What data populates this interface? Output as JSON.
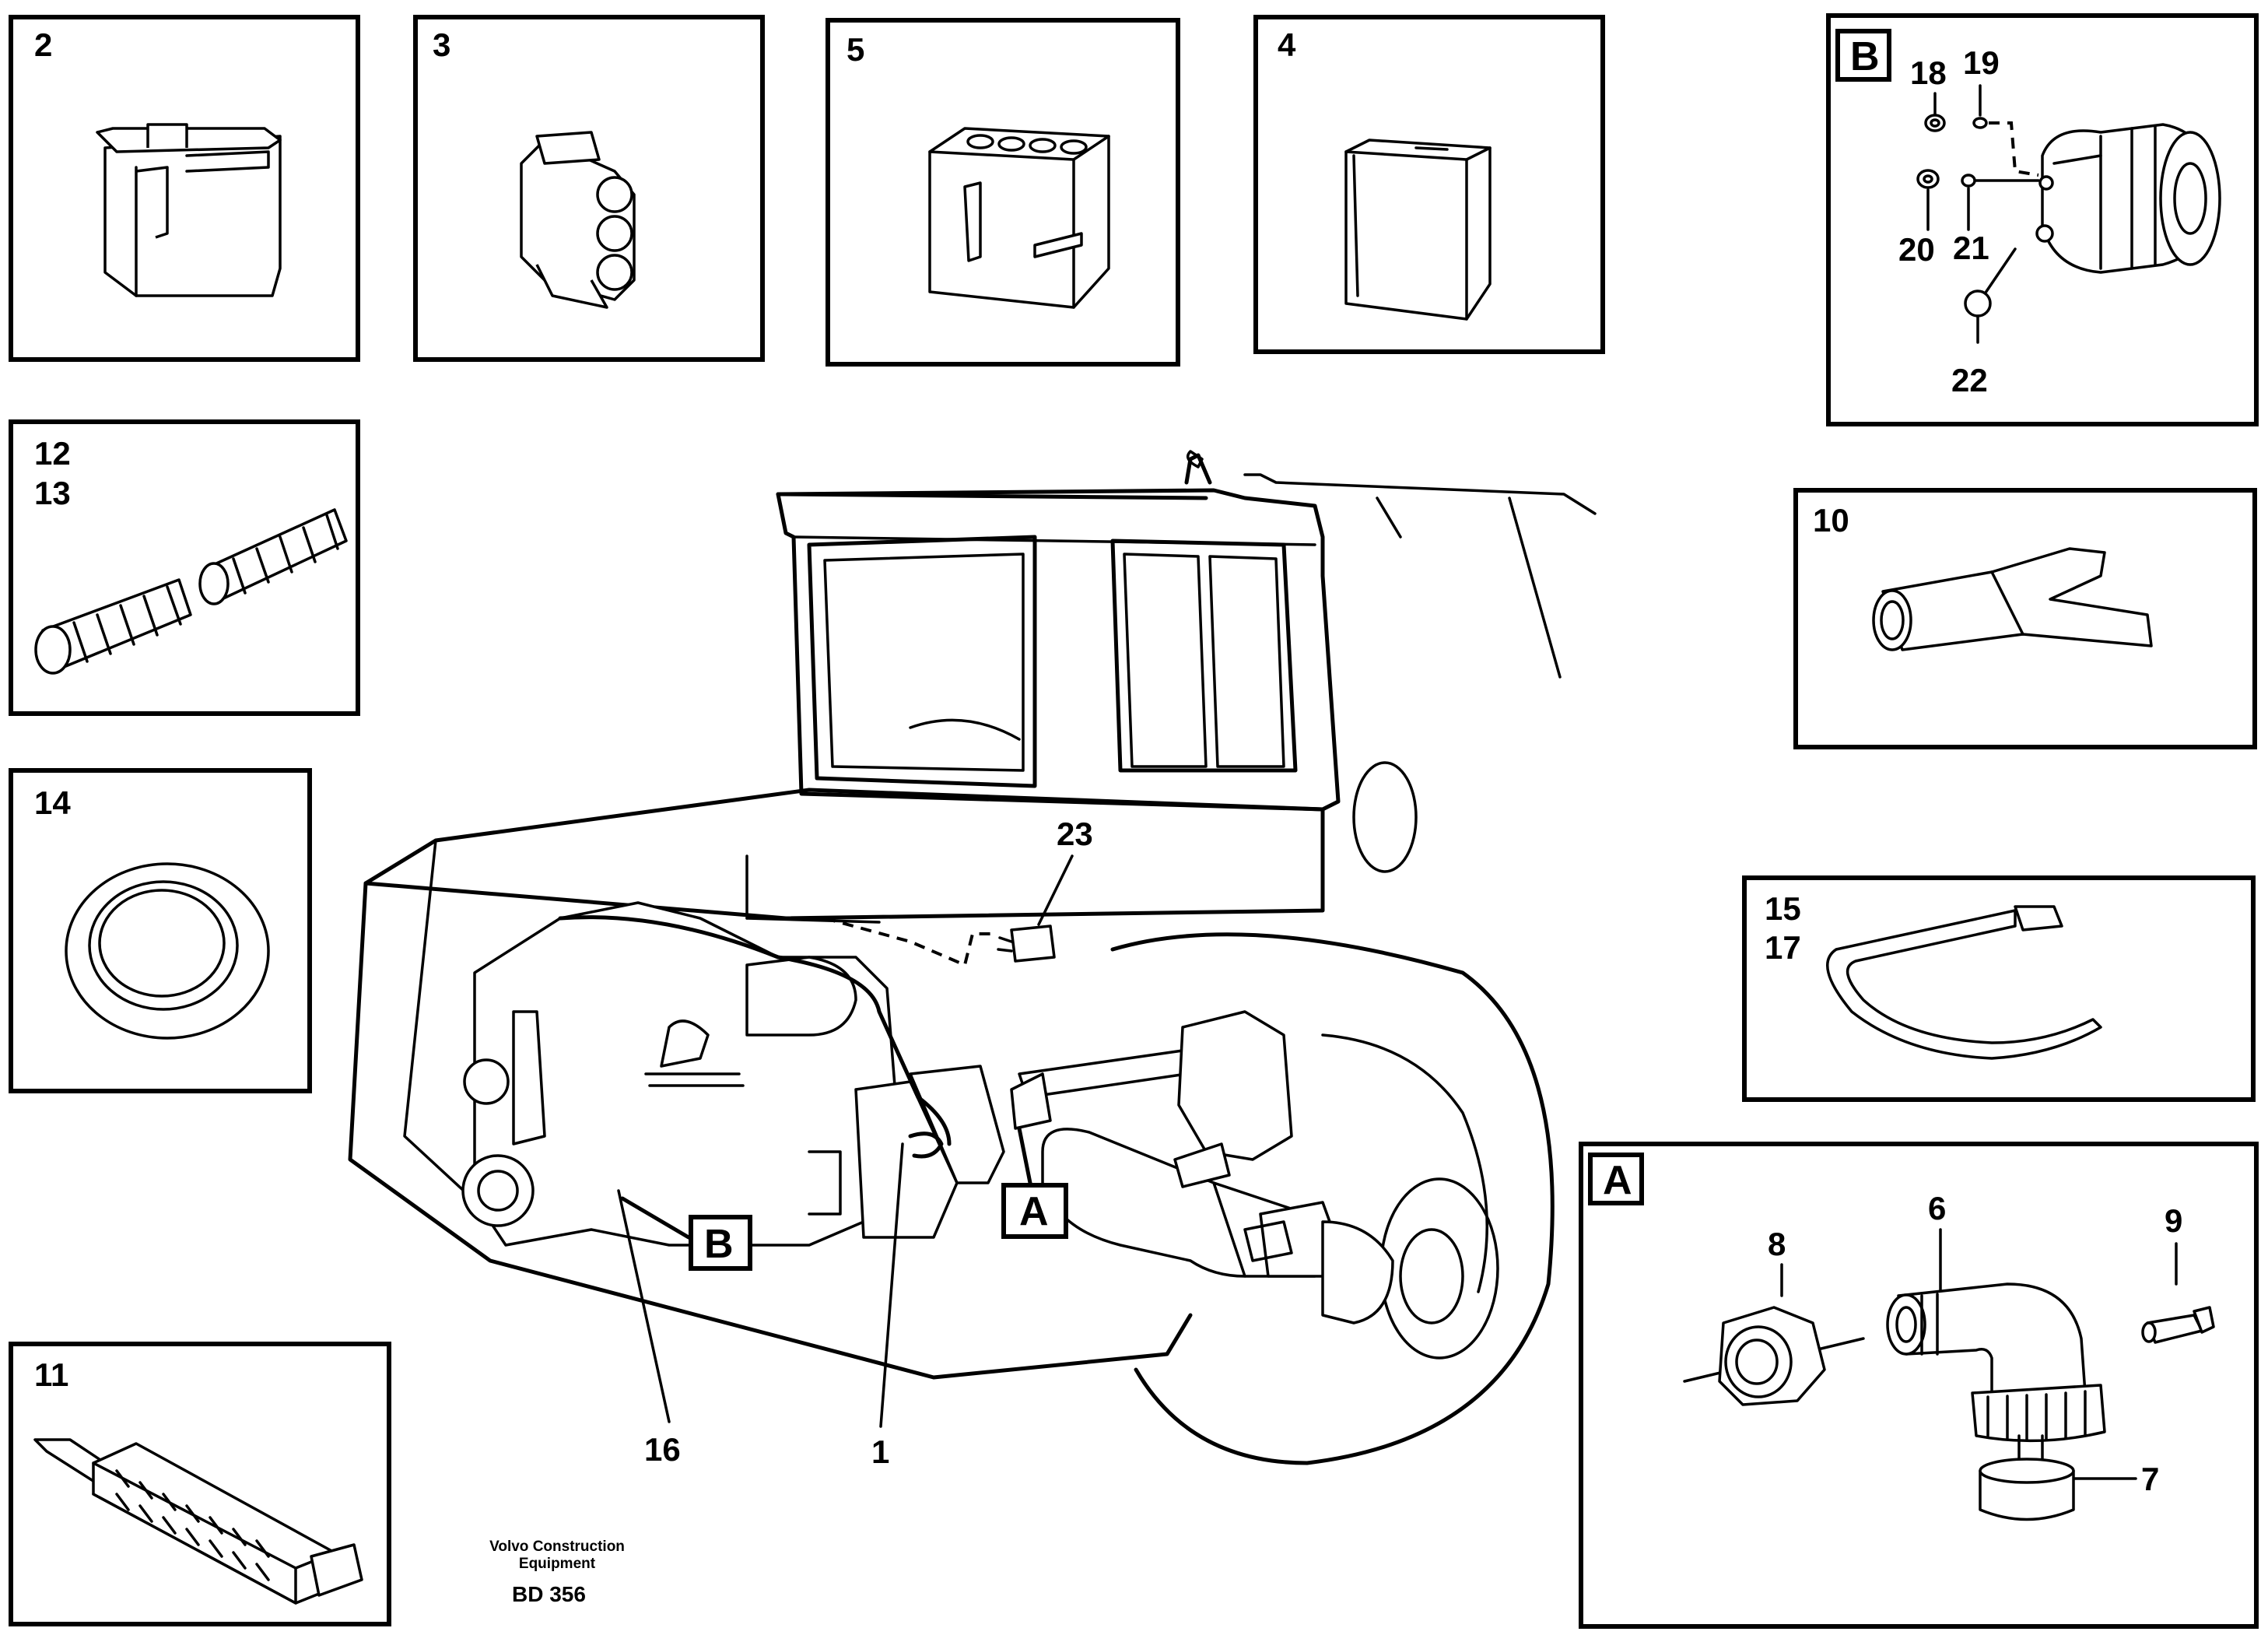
{
  "labels": {
    "p2": "2",
    "p3": "3",
    "p5": "5",
    "p4": "4",
    "pB": "B",
    "p18": "18",
    "p19": "19",
    "p20": "20",
    "p21": "21",
    "p22": "22",
    "p12": "12",
    "p13": "13",
    "p10": "10",
    "p14": "14",
    "p15": "15",
    "p17": "17",
    "p23": "23",
    "pA": "A",
    "p8": "8",
    "p6": "6",
    "p9": "9",
    "p7": "7",
    "p11": "11",
    "p16": "16",
    "p1": "1",
    "calloutA": "A",
    "calloutB": "B"
  },
  "footer": {
    "company_line1": "Volvo Construction",
    "company_line2": "Equipment",
    "code": "BD 356"
  }
}
